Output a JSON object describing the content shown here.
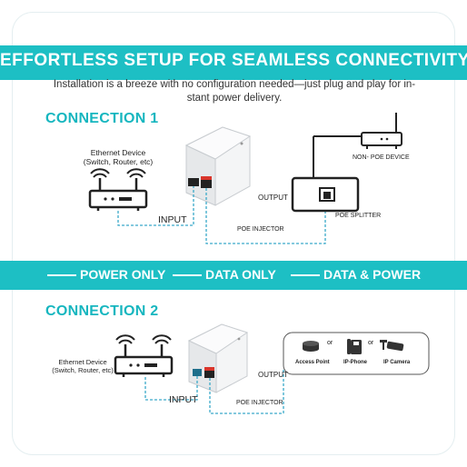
{
  "header": {
    "title": "EFFORTLESS SETUP FOR SEAMLESS CONNECTIVITY",
    "subtitle_line1": "Installation is a breeze with no configuration needed—just plug and play for in-",
    "subtitle_line2": "stant power delivery."
  },
  "connection1": {
    "title": "CONNECTION 1",
    "ethernet_device": "Ethernet Device",
    "ethernet_models": "(Switch, Router, etc)",
    "input_label": "INPUT",
    "output_label": "OUTPUT",
    "injector_label": "POE INJECTOR",
    "splitter_label": "POE SPLITTER",
    "non_poe_label": "NON- POE DEVICE"
  },
  "modes": {
    "power_only": "POWER ONLY",
    "data_only": "DATA ONLY",
    "data_power": "DATA & POWER"
  },
  "connection2": {
    "title": "CONNECTION 2",
    "ethernet_device": "Ethernet Device",
    "ethernet_models": "(Switch, Router, etc)",
    "input_label": "INPUT",
    "output_label": "OUTPUT",
    "injector_label": "POE INJECTOR",
    "or1": "or",
    "or2": "or",
    "access_point": "Access Point",
    "ip_phone": "IP-Phone",
    "ip_camera": "IP Camera"
  },
  "colors": {
    "accent": "#1dbfc4",
    "title_teal": "#16b6bf",
    "cable_dashed": "#3aa9c9"
  }
}
